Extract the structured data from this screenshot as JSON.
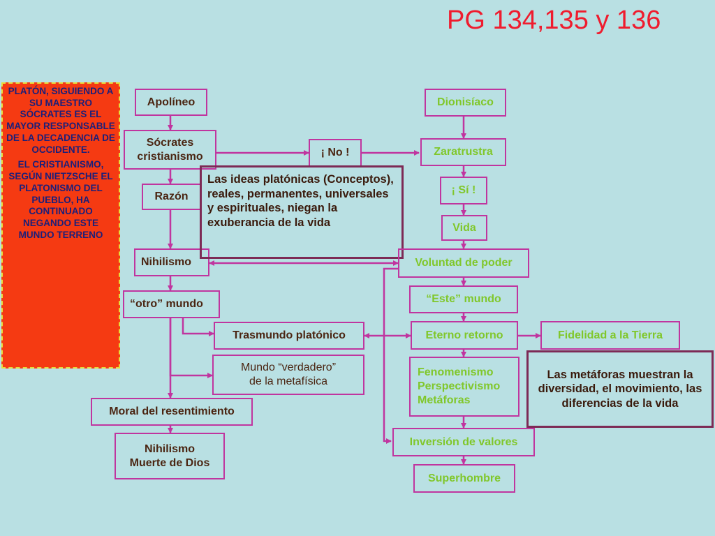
{
  "title": "PG 134,135 y 136",
  "left_panel": {
    "para1": "PLATÓN, SIGUIENDO A SU MAESTRO SÓCRATES ES EL MAYOR RESPONSABLE DE LA DECADENCIA DE OCCIDENTE.",
    "para2": "EL CRISTIANISMO, SEGÚN NIETZSCHE EL PLATONISMO DEL PUEBLO, HA CONTINUADO NEGANDO ESTE MUNDO TERRENO"
  },
  "nodes": {
    "apolineo": "Apolíneo",
    "socrates_1": "Sócrates",
    "socrates_2": "cristianismo",
    "razon": "Razón",
    "nihilismo": "Nihilismo",
    "otro_mundo": "“otro” mundo",
    "trasmundo": "Trasmundo platónico",
    "mundo_verdadero_1": "Mundo “verdadero”",
    "mundo_verdadero_2": "de la metafísica",
    "moral": "Moral del resentimiento",
    "nihilismo_muerte_1": "Nihilismo",
    "nihilismo_muerte_2": "Muerte de Dios",
    "no": "¡ No !",
    "ideas": "Las ideas platónicas (Conceptos), reales, permanentes, universales y espirituales, niegan la exuberancia de la vida",
    "dionisiaco": "Dionisíaco",
    "zaratustra": "Zaratrustra",
    "si": "¡ Sí !",
    "vida": "Vida",
    "voluntad": "Voluntad de poder",
    "este_mundo": "“Este” mundo",
    "eterno": "Eterno retorno",
    "fidelidad": "Fidelidad a la Tierra",
    "feno_1": "Fenomenismo",
    "feno_2": "Perspectivismo",
    "feno_3": "Metáforas",
    "metaforas": "Las metáforas muestran la diversidad, el movimiento, las diferencias de la vida",
    "inversion": "Inversión de valores",
    "superhombre": "Superhombre"
  },
  "colors": {
    "background": "#b9e0e3",
    "connector": "#c0359f",
    "title": "#ef1c2e",
    "panel": "#f53a12",
    "green_text": "#80c72a"
  }
}
